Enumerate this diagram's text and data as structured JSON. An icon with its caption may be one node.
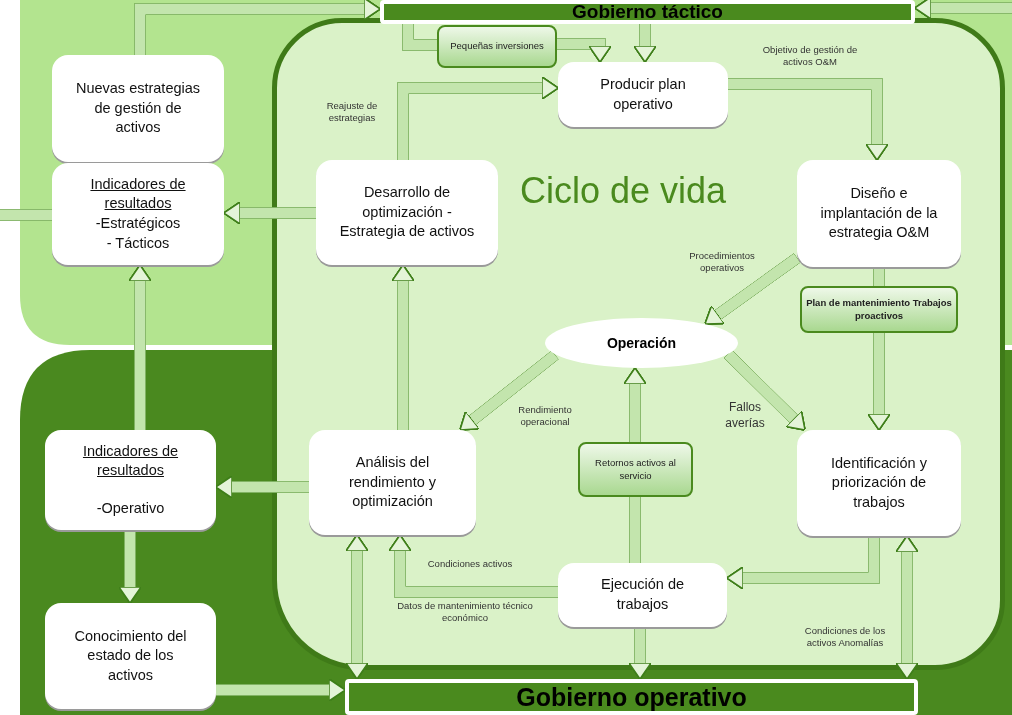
{
  "diagram": {
    "nodes": [
      {
        "text": [
          "Gobierno táctico"
        ]
      },
      {
        "text": [
          "Ciclo de vida"
        ]
      },
      {
        "text": [
          "Pequeñas inversiones"
        ],
        "in": 1
      },
      {
        "text": [
          "Producir plan operativo"
        ],
        "in": 1
      },
      {
        "text": [
          "Nuevas estrategias de gestión de activos"
        ]
      },
      {
        "text": [
          "Indicadores de resultados",
          "-Estratégicos",
          "- Tácticos"
        ]
      },
      {
        "text": [
          "Desarrollo de optimización -Estrategia de activos"
        ],
        "in": 1
      },
      {
        "text": [
          "Diseño e implantación de la estrategia O&M"
        ],
        "in": 1
      },
      {
        "text": [
          "Plan de mantenimiento Trabajos proactivos"
        ],
        "in": 1
      },
      {
        "text": [
          "Operación"
        ],
        "in": 1
      },
      {
        "text": [
          "Análisis del rendimiento y optimización"
        ],
        "in": 1
      },
      {
        "text": [
          "Retornos activos al servicio"
        ],
        "in": 1
      },
      {
        "text": [
          "Identificación y priorización de trabajos"
        ],
        "in": 1
      },
      {
        "text": [
          "Indicadores de resultados",
          "-Operativo"
        ]
      },
      {
        "text": [
          "Conocimiento del estado de los activos"
        ]
      },
      {
        "text": [
          "Ejecución de trabajos"
        ],
        "in": 1
      },
      {
        "text": [
          "Gobierno operativo"
        ]
      }
    ],
    "edges": [
      {
        "from": 0,
        "to": 3,
        "arrow": "to"
      },
      {
        "from": 0,
        "to": 2,
        "arrow": "none"
      },
      {
        "from": 2,
        "to": 3,
        "arrow": "to"
      },
      {
        "from": 4,
        "to": 0,
        "arrow": "to"
      },
      {
        "from": null,
        "to": 0,
        "arrow": "to"
      },
      {
        "from": 3,
        "to": 7,
        "arrow": "to",
        "label": "Objetivo de gestión de activos O&M"
      },
      {
        "from": 6,
        "to": 3,
        "arrow": "to",
        "label": "Reajuste de estrategias"
      },
      {
        "from": 6,
        "to": 5,
        "arrow": "to"
      },
      {
        "from": 5,
        "to": null,
        "arrow": "none"
      },
      {
        "from": 10,
        "to": 6,
        "arrow": "to"
      },
      {
        "from": 7,
        "to": 9,
        "arrow": "to",
        "label": "Procedimientos operativos"
      },
      {
        "from": 7,
        "to": 8,
        "arrow": "none"
      },
      {
        "from": 8,
        "to": 12,
        "arrow": "to"
      },
      {
        "from": 9,
        "to": 10,
        "arrow": "to",
        "label": "Rendimiento operacional"
      },
      {
        "from": 9,
        "to": 12,
        "arrow": "to",
        "label": "Fallos averías"
      },
      {
        "from": 11,
        "to": 9,
        "arrow": "to"
      },
      {
        "from": 15,
        "to": 11,
        "arrow": "none"
      },
      {
        "from": 12,
        "to": 15,
        "arrow": "to"
      },
      {
        "from": 15,
        "to": 10,
        "arrow": "to",
        "label": "Condiciones activos"
      },
      {
        "from": 10,
        "to": 16,
        "arrow": "both"
      },
      {
        "from": 12,
        "to": 16,
        "arrow": "both",
        "label": "Condiciones de los activos Anomalías"
      },
      {
        "from": 15,
        "to": 16,
        "arrow": "to"
      },
      {
        "from": 10,
        "to": 13,
        "arrow": "to"
      },
      {
        "from": 13,
        "to": 14,
        "arrow": "to"
      },
      {
        "from": 14,
        "to": 16,
        "arrow": "to"
      },
      {
        "from": 13,
        "to": 5,
        "arrow": "to"
      }
    ],
    "labels": [
      "Datos de mantenimiento técnico económico"
    ]
  }
}
